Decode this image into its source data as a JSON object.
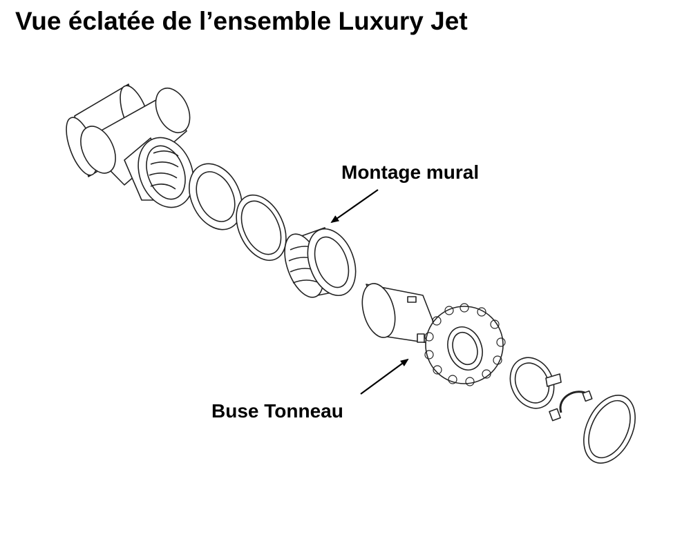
{
  "title": "Vue éclatée de l’ensemble Luxury Jet",
  "labels": {
    "wall_mount": "Montage mural",
    "jet_nozzle": "Buse Tonneau"
  },
  "colors": {
    "text": "#000000",
    "line": "#222222",
    "background": "#ffffff"
  }
}
